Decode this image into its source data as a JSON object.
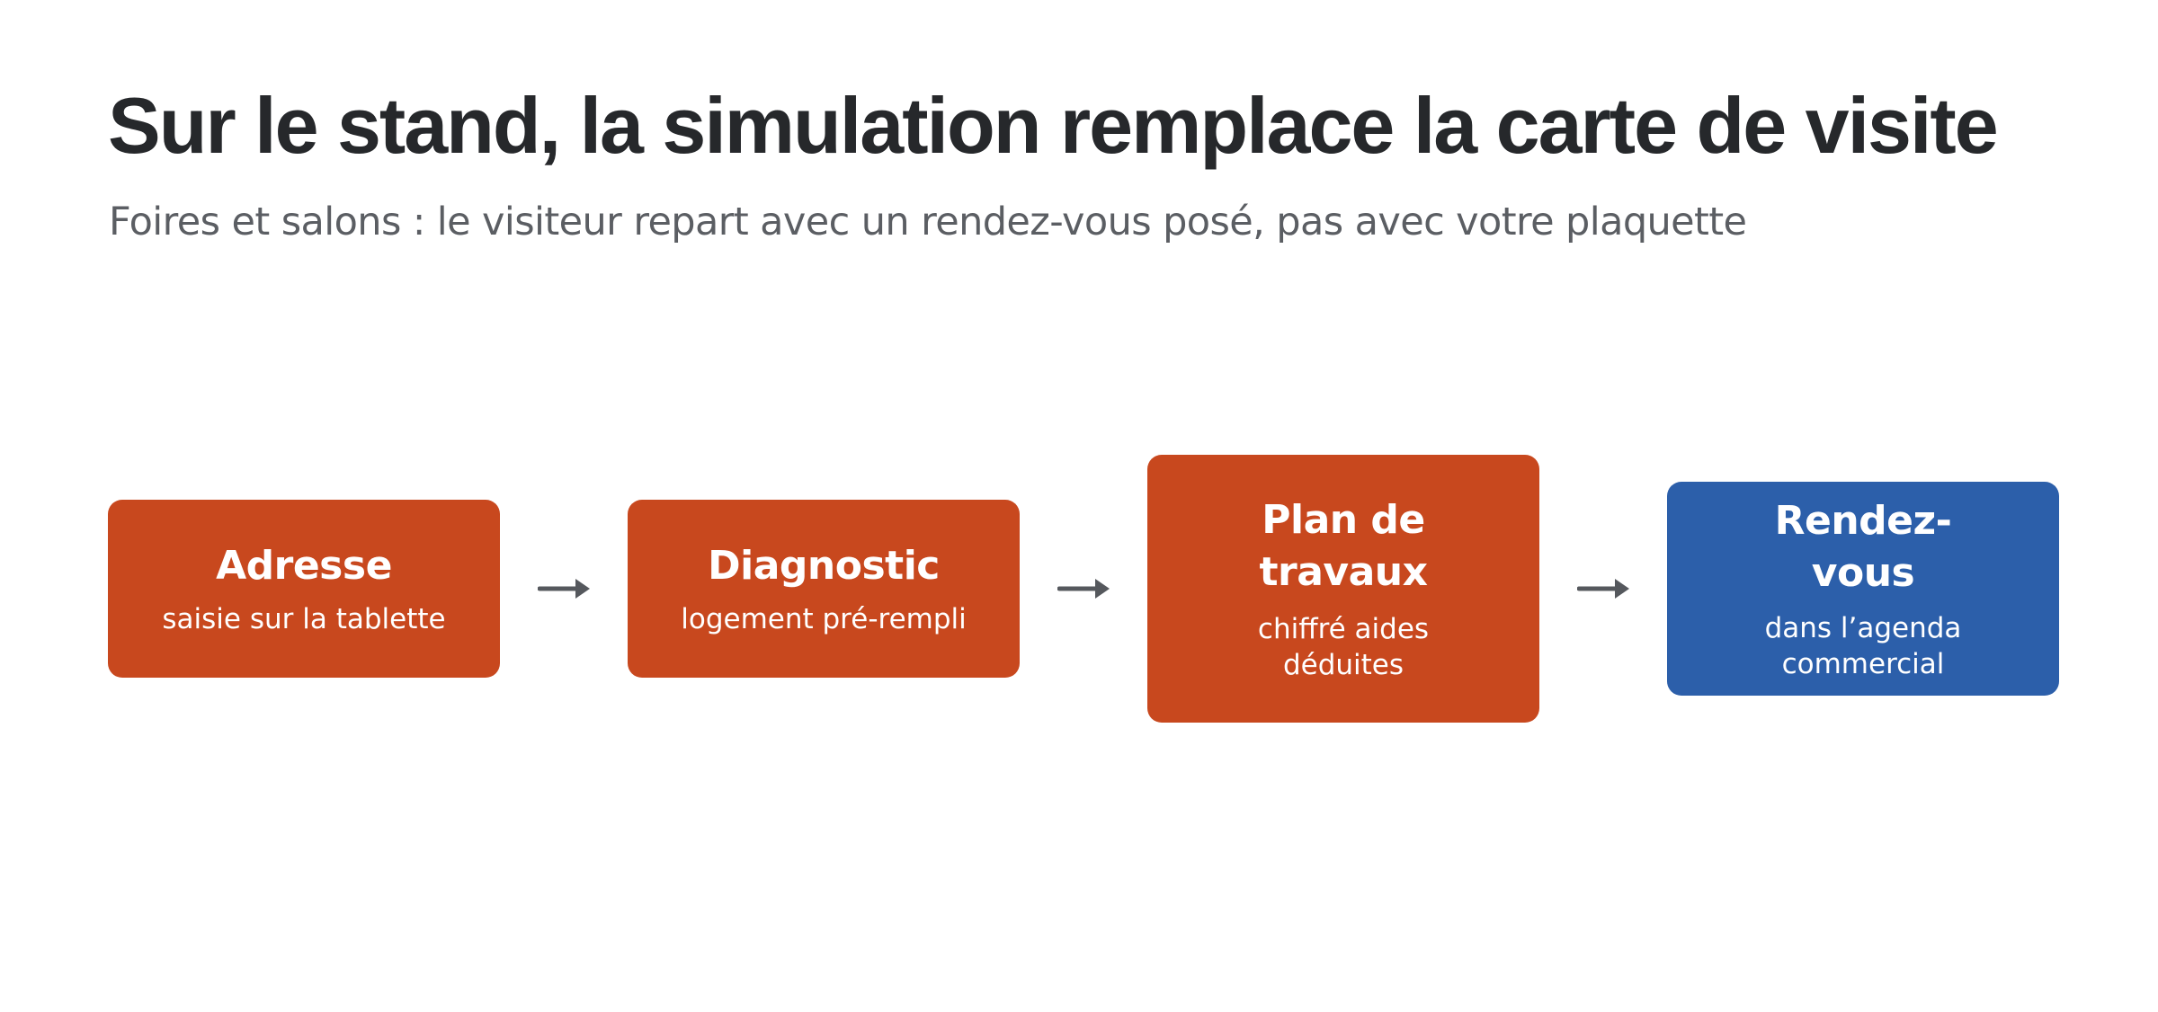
{
  "header": {
    "title": "Sur le stand, la simulation remplace la carte de visite",
    "subtitle": "Foires et salons : le visiteur repart avec un rendez-vous posé, pas avec votre plaquette"
  },
  "flow": {
    "steps": [
      {
        "title": "Adresse",
        "description": "saisie sur la tablette",
        "color": "#c8481e"
      },
      {
        "title": "Diagnostic",
        "description": "logement pré-rempli",
        "color": "#c8481e"
      },
      {
        "title": "Plan de travaux",
        "description": "chiffré aides déduites",
        "color": "#c8481e"
      },
      {
        "title": "Rendez-vous",
        "description": "dans l’agenda commercial",
        "color": "#2c5faa"
      }
    ],
    "connector_icon": "arrow-right-icon",
    "connector_color": "#55585d"
  },
  "colors": {
    "title": "#26282b",
    "subtitle": "#5b5e63",
    "background": "#ffffff"
  }
}
